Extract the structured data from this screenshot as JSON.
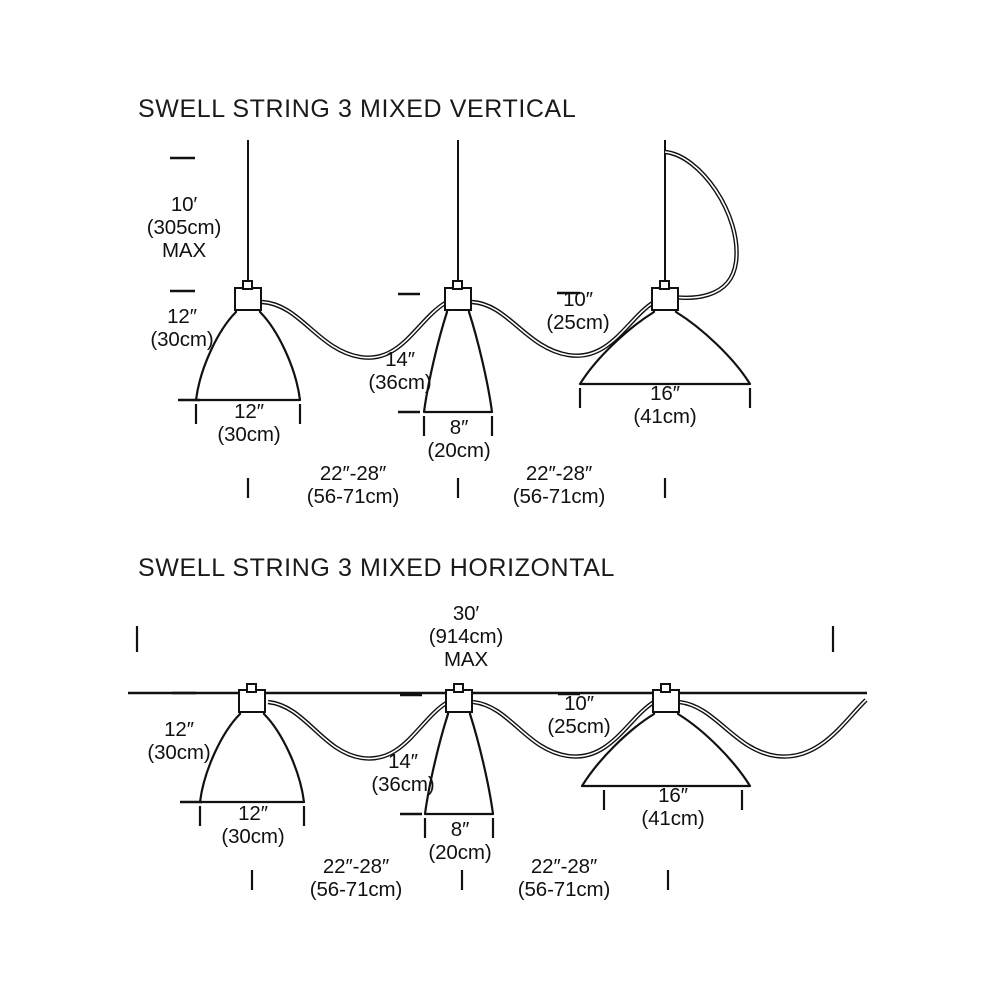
{
  "sheet": {
    "background": "#ffffff",
    "line_color": "#111111"
  },
  "sections": [
    {
      "id": "vertical",
      "title": "SWELL STRING 3 MIXED VERTICAL",
      "drop_max": "10′\n(305cm)\nMAX",
      "labels": {
        "shade1_height": "12″\n(30cm)",
        "shade1_width": "12″\n(30cm)",
        "shade2_height": "14″\n(36cm)",
        "shade2_width": "8″\n(20cm)",
        "shade3_height": "10″\n(25cm)",
        "shade3_width": "16″\n(41cm)",
        "spacing_left": "22″-28″\n(56-71cm)",
        "spacing_right": "22″-28″\n(56-71cm)"
      }
    },
    {
      "id": "horizontal",
      "title": "SWELL STRING 3 MIXED HORIZONTAL",
      "span_max": "30′\n(914cm)\nMAX",
      "labels": {
        "shade1_height": "12″\n(30cm)",
        "shade1_width": "12″\n(30cm)",
        "shade2_height": "14″\n(36cm)",
        "shade2_width": "8″\n(20cm)",
        "shade3_height": "10″\n(25cm)",
        "shade3_width": "16″\n(41cm)",
        "spacing_left": "22″-28″\n(56-71cm)",
        "spacing_right": "22″-28″\n(56-71cm)"
      }
    }
  ]
}
